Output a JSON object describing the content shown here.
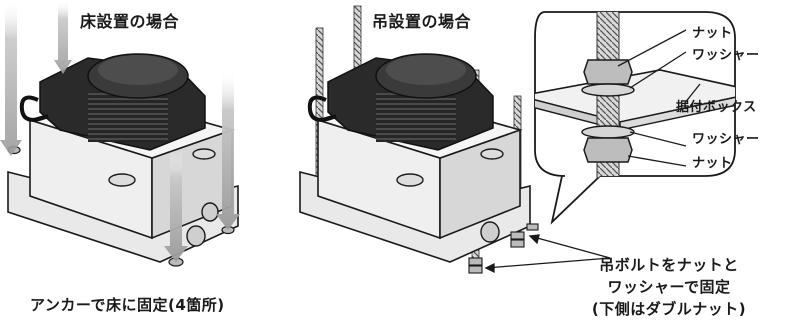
{
  "floor": {
    "heading": "床設置の場合",
    "caption": "アンカーで床に固定(4箇所)"
  },
  "ceiling": {
    "heading": "吊設置の場合",
    "caption_lines": [
      "吊ボルトをナットと",
      "ワッシャーで固定",
      "(下側はダブルナット)"
    ]
  },
  "detail": {
    "labels": [
      "ナット",
      "ワッシャー",
      "据付ボックス",
      "ワッシャー",
      "ナット"
    ]
  },
  "colors": {
    "outline": "#1a1a1a",
    "box_fill": "#e6e6e6",
    "pump_fill": "#1f1f1f",
    "arrow_fill": "#b3b3b3"
  }
}
